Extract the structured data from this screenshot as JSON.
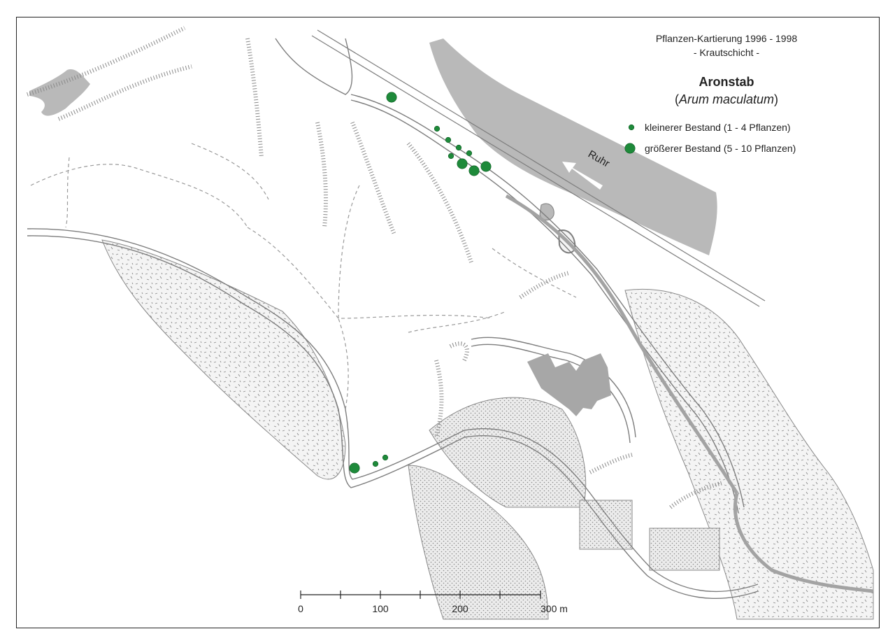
{
  "title": {
    "line1": "Pflanzen-Kartierung 1996 - 1998",
    "line2": "- Krautschicht -",
    "species_common": "Aronstab",
    "species_latin_open": "(",
    "species_latin": "Arum maculatum",
    "species_latin_close": ")"
  },
  "legend": {
    "small": "kleinerer Bestand (1 - 4 Pflanzen)",
    "large": "größerer Bestand (5 - 10 Pflanzen)"
  },
  "river_label": "Ruhr",
  "scale": {
    "ticks": [
      "0",
      "100",
      "200",
      "300 m"
    ]
  },
  "colors": {
    "marker": "#1e8a3a",
    "marker_stroke": "#0d5a22",
    "water": "#b9b9b9",
    "buildings": "#a7a7a7",
    "line": "#7d7d7d",
    "dash": "#9a9a9a"
  },
  "occurrences": [
    {
      "size": "large"
    },
    {
      "size": "small"
    },
    {
      "size": "small"
    },
    {
      "size": "small"
    },
    {
      "size": "small"
    },
    {
      "size": "small"
    },
    {
      "size": "large"
    },
    {
      "size": "large"
    },
    {
      "size": "large"
    },
    {
      "size": "large"
    },
    {
      "size": "small"
    },
    {
      "size": "small"
    }
  ]
}
